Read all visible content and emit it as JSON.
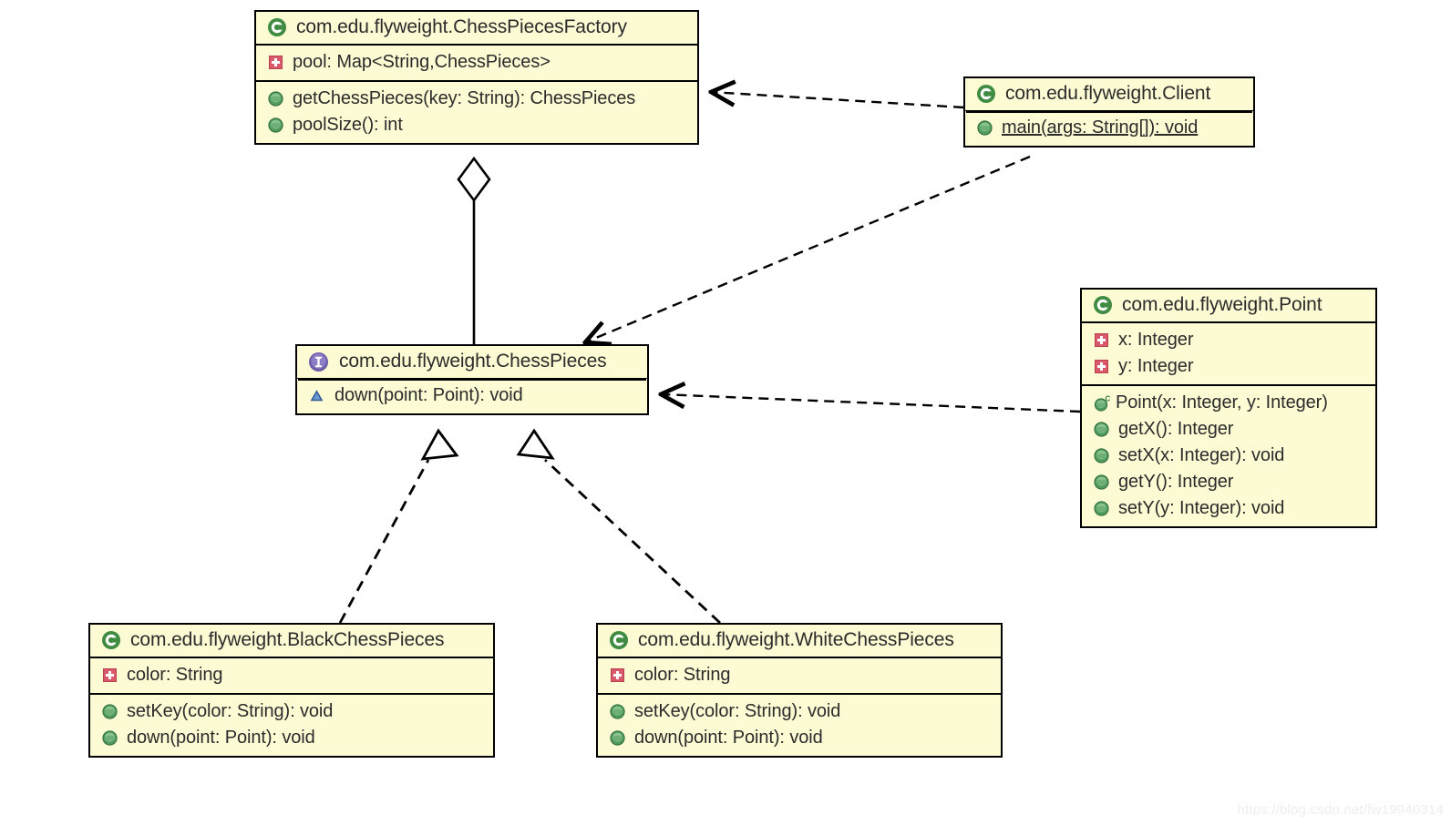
{
  "diagram": {
    "kind": "uml-class-diagram",
    "watermark": "https://blog.csdn.net/fw19940314",
    "palette": {
      "box_fill": "#fdfbd4",
      "box_border": "#000000",
      "class_icon": "#3f8b41",
      "interface_icon": "#7b68b6",
      "field_icon": "#d9596b",
      "method_icon": "#5fa86a",
      "abstract_icon": "#3f6fb0",
      "edge": "#000000",
      "canvas": "#ffffff"
    },
    "classes": [
      {
        "id": "factory",
        "stereotype": "class",
        "icon": "class-icon",
        "title": "com.edu.flyweight.ChessPiecesFactory",
        "fields": [
          {
            "icon": "private-field-icon",
            "label": "pool: Map<String,ChessPieces>"
          }
        ],
        "methods": [
          {
            "icon": "public-method-icon",
            "label": "getChessPieces(key: String): ChessPieces",
            "static": false
          },
          {
            "icon": "public-method-icon",
            "label": "poolSize(): int",
            "static": false
          }
        ]
      },
      {
        "id": "client",
        "stereotype": "class",
        "icon": "class-icon",
        "title": "com.edu.flyweight.Client",
        "fields": [],
        "methods": [
          {
            "icon": "public-method-icon",
            "label": "main(args: String[]): void",
            "static": true
          }
        ]
      },
      {
        "id": "chesspieces",
        "stereotype": "interface",
        "icon": "interface-icon",
        "title": "com.edu.flyweight.ChessPieces",
        "fields": [],
        "methods": [
          {
            "icon": "abstract-method-icon",
            "label": "down(point: Point): void",
            "static": false
          }
        ]
      },
      {
        "id": "point",
        "stereotype": "class",
        "icon": "class-icon",
        "title": "com.edu.flyweight.Point",
        "fields": [
          {
            "icon": "private-field-icon",
            "label": "x: Integer"
          },
          {
            "icon": "private-field-icon",
            "label": "y: Integer"
          }
        ],
        "methods": [
          {
            "icon": "constructor-icon",
            "label": "Point(x: Integer, y: Integer)",
            "static": false
          },
          {
            "icon": "public-method-icon",
            "label": "getX(): Integer",
            "static": false
          },
          {
            "icon": "public-method-icon",
            "label": "setX(x: Integer): void",
            "static": false
          },
          {
            "icon": "public-method-icon",
            "label": "getY(): Integer",
            "static": false
          },
          {
            "icon": "public-method-icon",
            "label": "setY(y: Integer): void",
            "static": false
          }
        ]
      },
      {
        "id": "black",
        "stereotype": "class",
        "icon": "class-icon",
        "title": "com.edu.flyweight.BlackChessPieces",
        "fields": [
          {
            "icon": "private-field-icon",
            "label": "color: String"
          }
        ],
        "methods": [
          {
            "icon": "public-method-icon",
            "label": "setKey(color: String): void",
            "static": false
          },
          {
            "icon": "public-method-icon",
            "label": "down(point: Point): void",
            "static": false
          }
        ]
      },
      {
        "id": "white",
        "stereotype": "class",
        "icon": "class-icon",
        "title": "com.edu.flyweight.WhiteChessPieces",
        "fields": [
          {
            "icon": "private-field-icon",
            "label": "color: String"
          }
        ],
        "methods": [
          {
            "icon": "public-method-icon",
            "label": "setKey(color: String): void",
            "static": false
          },
          {
            "icon": "public-method-icon",
            "label": "down(point: Point): void",
            "static": false
          }
        ]
      }
    ],
    "relations": [
      {
        "id": "rel-factory-aggregates-chesspieces",
        "type": "aggregation",
        "from": "factory",
        "to": "chesspieces",
        "style": "solid",
        "head": "hollow-diamond-at-source"
      },
      {
        "id": "rel-client-uses-factory",
        "type": "dependency",
        "from": "client",
        "to": "factory",
        "style": "dashed",
        "head": "open-arrow"
      },
      {
        "id": "rel-client-uses-chesspieces",
        "type": "dependency",
        "from": "client",
        "to": "chesspieces",
        "style": "dashed",
        "head": "open-arrow"
      },
      {
        "id": "rel-point-uses-chesspieces",
        "type": "dependency",
        "from": "point",
        "to": "chesspieces",
        "style": "dashed",
        "head": "open-arrow"
      },
      {
        "id": "rel-black-implements-chesspieces",
        "type": "realization",
        "from": "black",
        "to": "chesspieces",
        "style": "dashed",
        "head": "hollow-triangle"
      },
      {
        "id": "rel-white-implements-chesspieces",
        "type": "realization",
        "from": "white",
        "to": "chesspieces",
        "style": "dashed",
        "head": "hollow-triangle"
      }
    ]
  }
}
